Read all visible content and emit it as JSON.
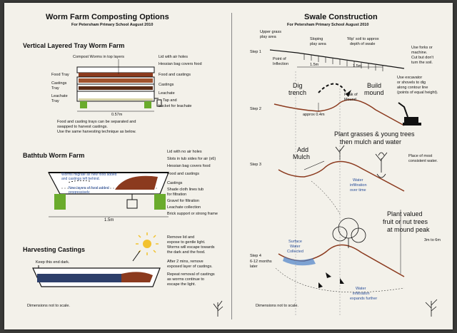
{
  "left": {
    "title": "Worm Farm Composting Options",
    "subtitle": "For Petersham Primary School August 2010",
    "vertical": {
      "heading": "Vertical Layered Tray Worm Farm",
      "labels": {
        "compost_worms": "Compost Worms in top layers",
        "lid": "Lid with air holes",
        "hessian": "Hessian bag covers food",
        "food_castings": "Food and castings",
        "castings": "Castings",
        "leachate": "Leachate",
        "tap": "Tap and",
        "bucket": "bucket for leachate",
        "food_tray": "Food Tray",
        "castings_tray_1": "Castings",
        "castings_tray_2": "Tray",
        "leachate_tray_1": "Leachate",
        "leachate_tray_2": "Tray",
        "width": "0.57m"
      },
      "notes": [
        "Food and casting trays can be separated and",
        "swapped to harvest castings.",
        "Use the same harvesting technique as below."
      ]
    },
    "bathtub": {
      "heading": "Bathtub Worm Farm",
      "labels": [
        "Lid with no air holes",
        "Slots in tub sides for air (x6)",
        "Hessian bag covers food",
        "Food and castings",
        "Castings",
        "Shade cloth lines tub",
        "for filtration",
        "Gravel for filtration",
        "Leachate collection",
        "Brick support or strong frame"
      ],
      "inner_note_1": "Worms migrate as new food added",
      "inner_note_1b": "and castings left behind.",
      "inner_note_2": "New layers of food added",
      "inner_note_2b": "progressively",
      "width": "1.5m"
    },
    "harvest": {
      "heading": "Harvesting Castings",
      "keep_dark": "Keep this end dark.",
      "notes_1": [
        "Remove lid and",
        "expose to gentle light.",
        "Worms will escape towards",
        "the dark and the food."
      ],
      "notes_2": [
        "After 2 mins, remove",
        "exposed layer of castings.",
        "Repeat removal of castings",
        "as worms continue to",
        "escape the light."
      ]
    },
    "footer": "Dimensions not to scale."
  },
  "right": {
    "title": "Swale Construction",
    "subtitle": "For Petersham Primary School August 2010",
    "step1": {
      "label": "Step 1",
      "upper_1": "Upper grass",
      "upper_2": "play area",
      "sloping_1": "Sloping",
      "sloping_2": "play area",
      "rip_1": "'Rip' soil to approx",
      "rip_2": "depth of swale",
      "inflection_1": "Point of",
      "inflection_2": "Inflection",
      "dim_a": "1.5m",
      "dim_b": "1.5m",
      "forks": [
        "Use forks or",
        "machine.",
        "Cut but don't",
        "turn the soil."
      ]
    },
    "step2": {
      "label": "Step 2",
      "dig_1": "Dig",
      "dig_2": "trench",
      "build_1": "Build",
      "build_2": "mound",
      "peak_1": "Peak of",
      "peak_2": "Mound",
      "depth": "approx 0.4m",
      "excavator": [
        "Use excavator",
        "or shovels to dig",
        "along contour line",
        "(points of equal height)."
      ]
    },
    "step3": {
      "label": "Step 3",
      "plant_1": "Plant grasses & young trees",
      "plant_2": "then mulch and water",
      "mulch_1": "Add",
      "mulch_2": "Mulch",
      "water_1": "Water",
      "water_2": "infiltration",
      "water_3": "over time",
      "moist_1": "Place of most",
      "moist_2": "consistent water."
    },
    "step4": {
      "label": "Step 4",
      "when_1": "6-12 months",
      "when_2": "later",
      "fruit_1": "Plant valued",
      "fruit_2": "fruit or nut trees",
      "fruit_3": "at mound peak",
      "surface_1": "Surface",
      "surface_2": "Water",
      "surface_3": "Collected",
      "infil_1": "Water",
      "infil_2": "infiltration",
      "infil_3": "expands further",
      "height": "3m to 6m"
    },
    "footer": "Dimensions not to scale."
  }
}
